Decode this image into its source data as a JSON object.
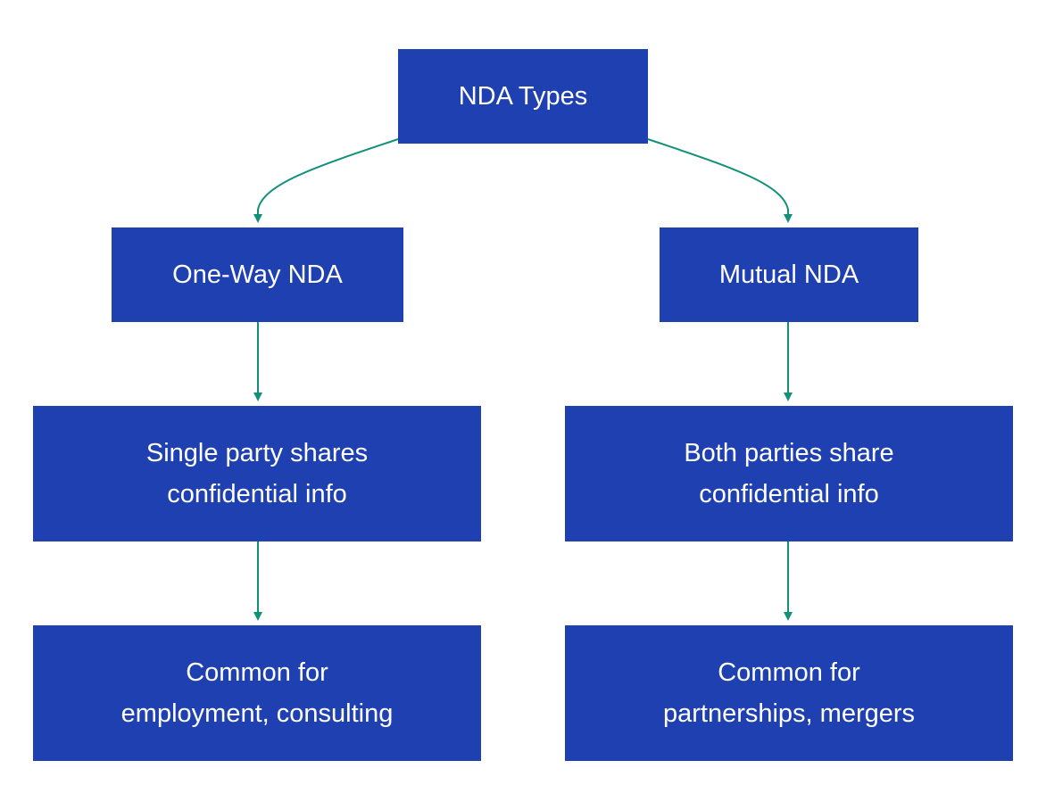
{
  "diagram": {
    "colors": {
      "node_fill": "#1f40b0",
      "node_text": "#ffffff",
      "edge": "#12907a",
      "background": "#ffffff"
    },
    "nodes": {
      "root": {
        "label": "NDA Types"
      },
      "one_way": {
        "label": "One-Way NDA"
      },
      "mutual": {
        "label": "Mutual NDA"
      },
      "single_party": {
        "label": "Single party shares\nconfidential info"
      },
      "both_parties": {
        "label": "Both parties share\nconfidential info"
      },
      "common_one_way": {
        "label": "Common for\nemployment, consulting"
      },
      "common_mutual": {
        "label": "Common for\npartnerships, mergers"
      }
    },
    "edges": [
      {
        "from": "root",
        "to": "one_way"
      },
      {
        "from": "root",
        "to": "mutual"
      },
      {
        "from": "one_way",
        "to": "single_party"
      },
      {
        "from": "mutual",
        "to": "both_parties"
      },
      {
        "from": "single_party",
        "to": "common_one_way"
      },
      {
        "from": "both_parties",
        "to": "common_mutual"
      }
    ]
  }
}
